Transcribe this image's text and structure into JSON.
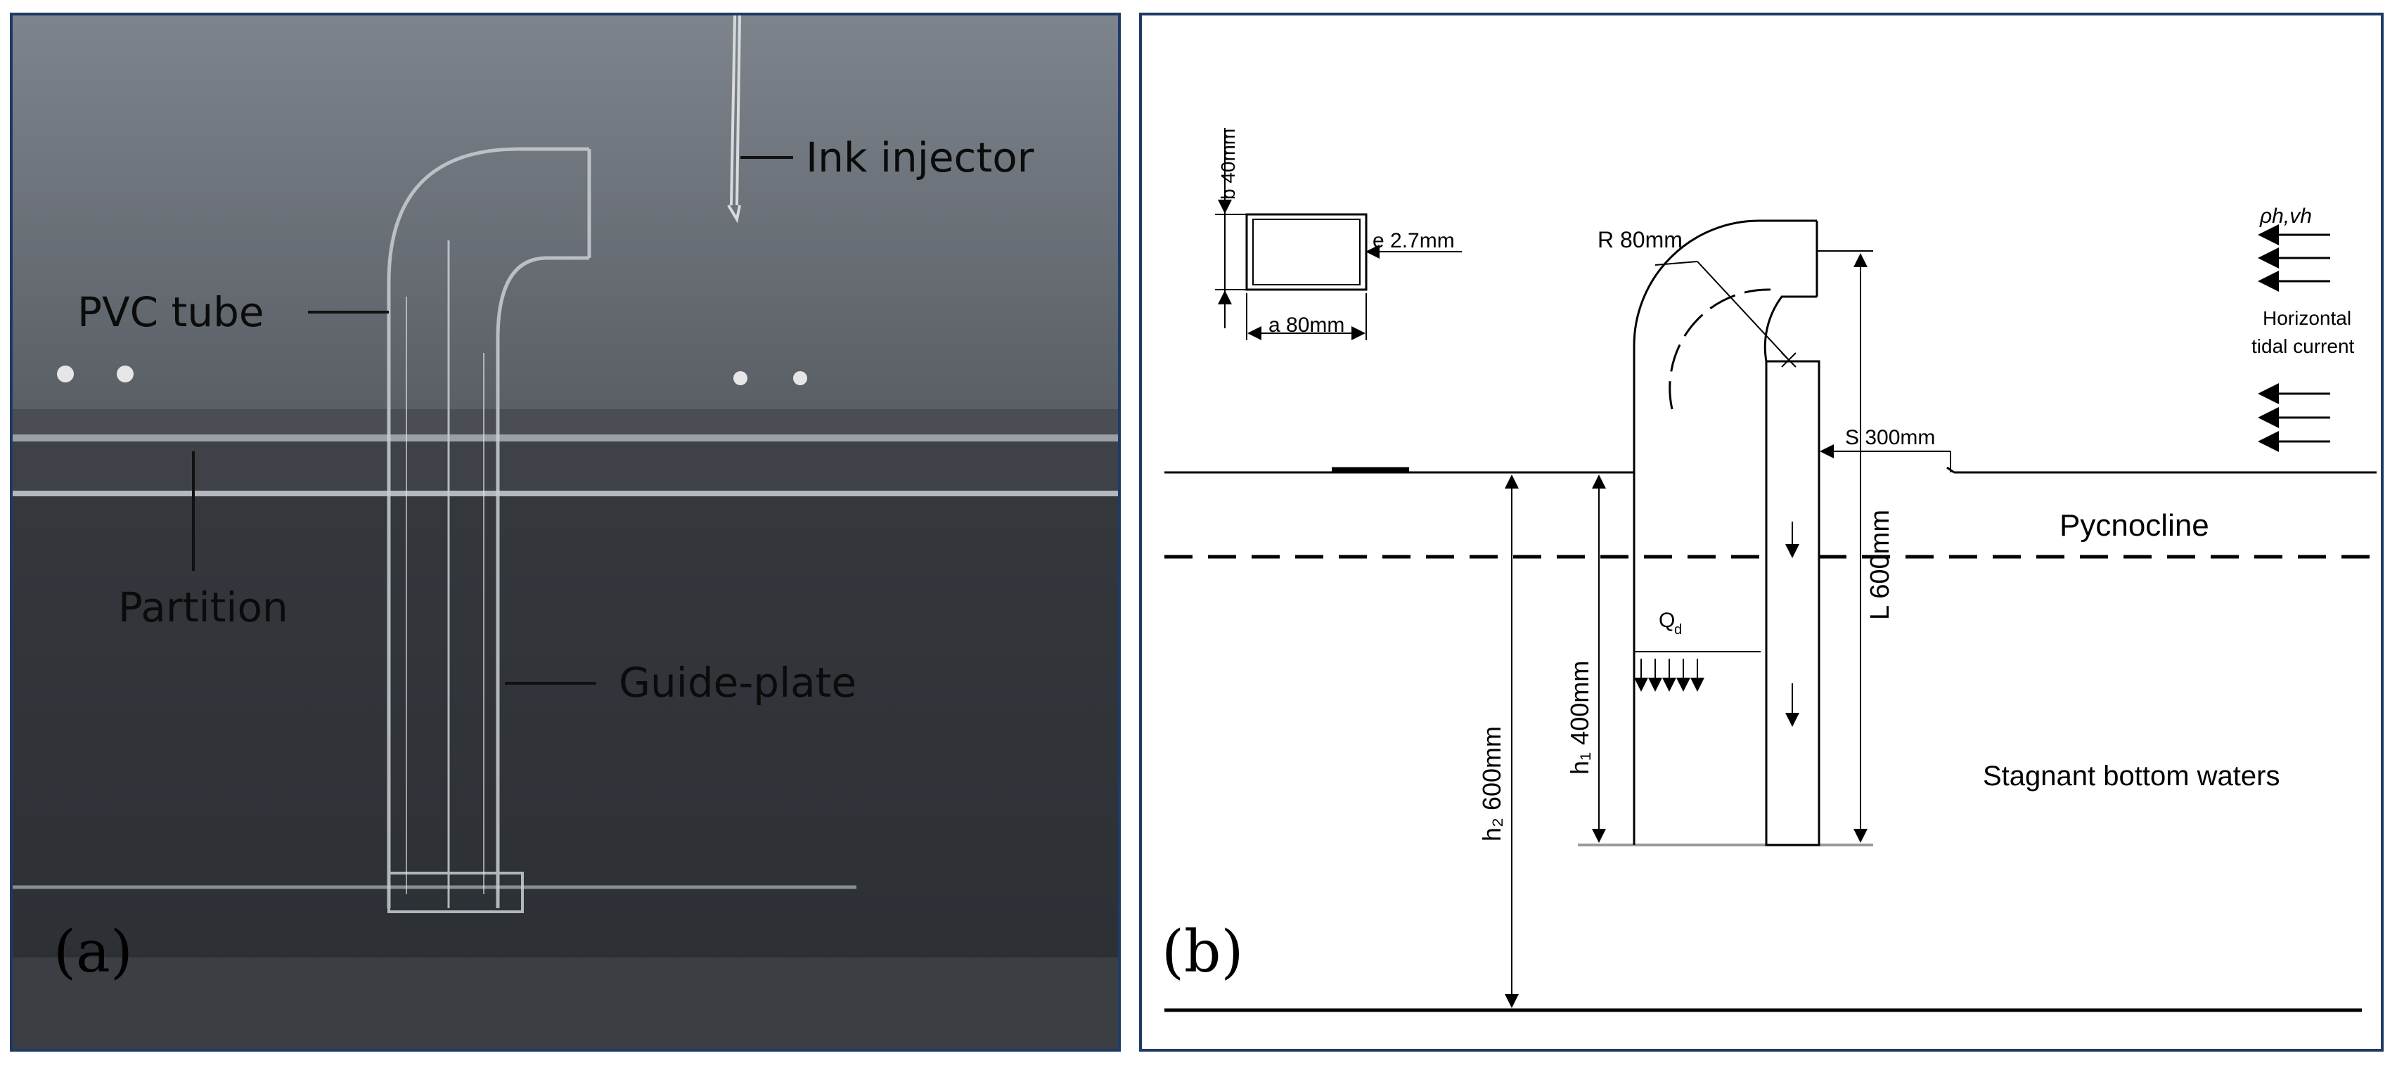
{
  "panel_a": {
    "tag": "(a)",
    "labels": {
      "ink_injector": "Ink injector",
      "pvc_tube": "PVC tube",
      "partition": "Partition",
      "guide_plate": "Guide-plate"
    }
  },
  "panel_b": {
    "tag": "(b)",
    "dims": {
      "b": "b 40mm",
      "e": "e 2.7mm",
      "a": "a 80mm",
      "R": "R 80mm",
      "S": "S 300mm",
      "L": "L 600mm",
      "h1": "h₁ 400mm",
      "h2": "h₂ 600mm",
      "Qd": "Q",
      "Qd_sub": "d",
      "rho_v": "ρh,vh"
    },
    "labels": {
      "horizontal_line1": "Horizontal",
      "horizontal_line2": "tidal current",
      "pycnocline": "Pycnocline",
      "stagnant": "Stagnant bottom waters"
    }
  },
  "colors": {
    "border": "#1f3a66",
    "photo_wall": "#4d5259",
    "photo_water": "#2a2d31",
    "line": "#000000"
  }
}
